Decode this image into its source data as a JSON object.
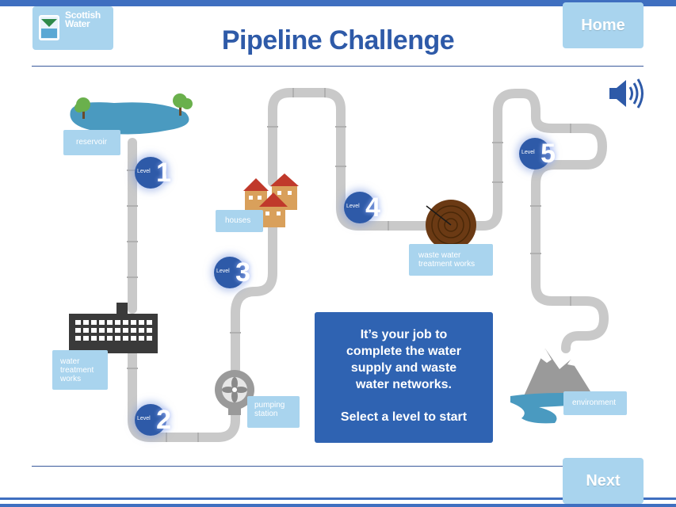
{
  "header": {
    "logo_line1": "Scottish",
    "logo_line2": "Water",
    "title": "Pipeline Challenge",
    "home_label": "Home"
  },
  "footer": {
    "next_label": "Next"
  },
  "map": {
    "labels": {
      "reservoir": "reservoir",
      "houses": "houses",
      "water_treatment_line1": "water",
      "water_treatment_line2": "treatment",
      "water_treatment_line3": "works",
      "pumping_line1": "pumping",
      "pumping_line2": "station",
      "waste_line1": "waste water",
      "waste_line2": "treatment works",
      "environment": "environment"
    },
    "levels": [
      {
        "word": "Level",
        "number": "1"
      },
      {
        "word": "Level",
        "number": "2"
      },
      {
        "word": "Level",
        "number": "3"
      },
      {
        "word": "Level",
        "number": "4"
      },
      {
        "word": "Level",
        "number": "5"
      }
    ]
  },
  "message": {
    "line1": "It’s your job to",
    "line2": "complete the water",
    "line3": "supply and waste",
    "line4": "water networks.",
    "line5": "Select a level to start"
  },
  "colors": {
    "brand_blue": "#2e5aa8",
    "light_blue": "#a9d4ee",
    "pipe_gray": "#c9c9c9",
    "water_blue": "#4a9ac0"
  },
  "icons": {
    "sound": "speaker-volume-icon"
  }
}
